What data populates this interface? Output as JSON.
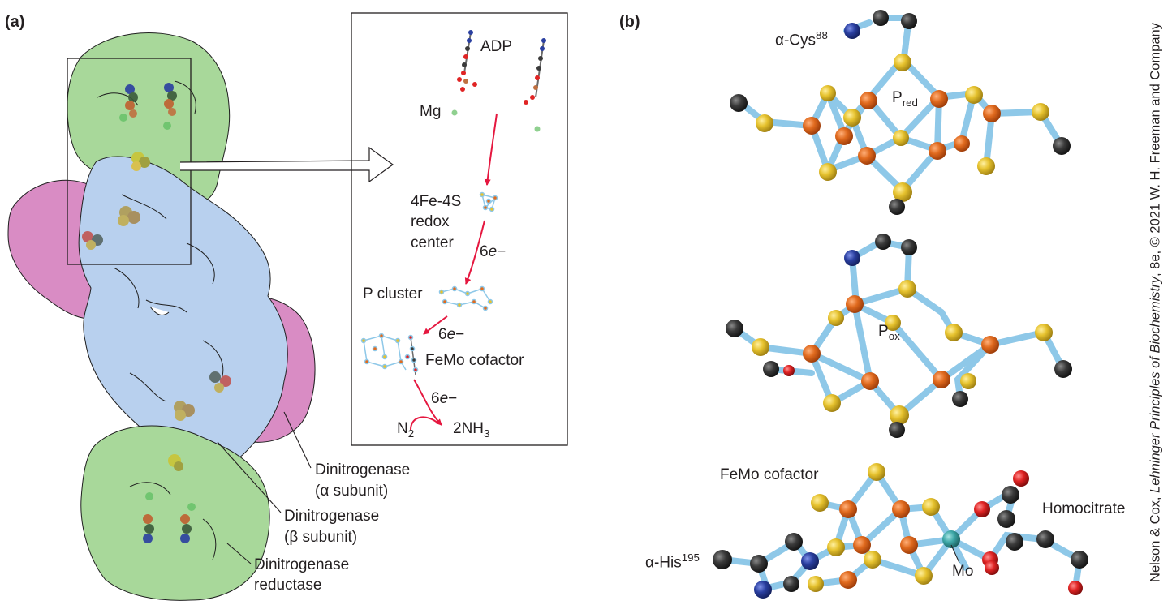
{
  "panel_a": {
    "letter": "(a)",
    "labels": {
      "alpha_subunit_line1": "Dinitrogenase",
      "alpha_subunit_line2": "(α subunit)",
      "beta_subunit_line1": "Dinitrogenase",
      "beta_subunit_line2": "(β subunit)",
      "reductase_line1": "Dinitrogenase",
      "reductase_line2": "reductase"
    },
    "inset": {
      "adp": "ADP",
      "mg": "Mg",
      "redox_line1": "4Fe-4S",
      "redox_line2": "redox",
      "redox_line3": "center",
      "electrons_1_num": "6",
      "electrons_1_unit": "e",
      "electrons_1_charge": "−",
      "p_cluster": "P cluster",
      "electrons_2_num": "6",
      "electrons_2_unit": "e",
      "electrons_2_charge": "−",
      "femo": "FeMo cofactor",
      "electrons_3_num": "6",
      "electrons_3_unit": "e",
      "electrons_3_charge": "−",
      "n2_main": "N",
      "n2_sub": "2",
      "nh3_main": "2NH",
      "nh3_sub": "3"
    }
  },
  "panel_b": {
    "letter": "(b)",
    "cys_main": "α-Cys",
    "cys_sup": "88",
    "pred_main": "P",
    "pred_sub": "red",
    "pox_main": "P",
    "pox_sub": "ox",
    "femo": "FeMo cofactor",
    "homocitrate": "Homocitrate",
    "his_main": "α-His",
    "his_sup": "195",
    "mo": "Mo"
  },
  "credit": {
    "pre": "Nelson & Cox, ",
    "book": "Lehninger Principles of Biochemistry",
    "post": ", 8e, © 2021 W. H. Freeman and Company"
  },
  "colors": {
    "reductase_green": "#a8d89a",
    "beta_blue": "#b8d0ee",
    "alpha_pink": "#d98cc4",
    "arrow_red": "#e5173f",
    "bond_blue": "#8ec8e8",
    "iron_orange": "#e06a1e",
    "sulfur_yellow": "#e6c22e",
    "carbon_gray": "#3a3a3a",
    "nitrogen_blue": "#2a3fa0",
    "oxygen_red": "#e02424",
    "molybdenum_teal": "#3ea8a8"
  }
}
